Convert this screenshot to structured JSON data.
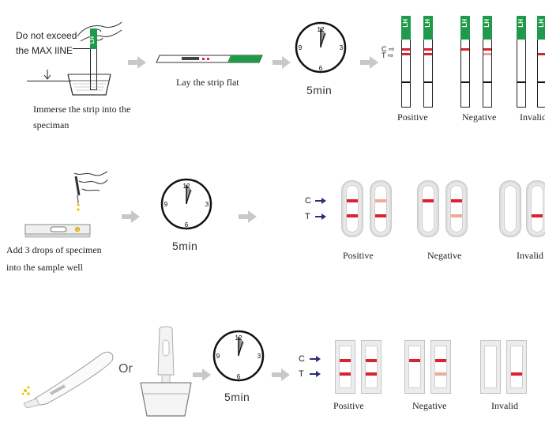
{
  "row1": {
    "warning_line1": "Do not exceed",
    "warning_line2": "the MAX lINE",
    "immerse_line1": "Immerse the strip into the",
    "immerse_line2": "speciman",
    "lay_flat": "Lay the strip flat",
    "time": "5min",
    "strip_label": "LH",
    "c_label": "C",
    "t_label": "T",
    "results": [
      "Positive",
      "Negative",
      "Invalid"
    ]
  },
  "row2": {
    "instruction_line1": "Add 3 drops of specimen",
    "instruction_line2": "into the sample well",
    "time": "5min",
    "c_label": "C",
    "t_label": "T",
    "results": [
      "Positive",
      "Negative",
      "Invalid"
    ]
  },
  "row3": {
    "or_label": "Or",
    "time": "5min",
    "c_label": "C",
    "t_label": "T",
    "results": [
      "Positive",
      "Negative",
      "Invalid"
    ]
  },
  "clock": {
    "n12": "12",
    "n3": "3",
    "n6": "6",
    "n9": "9"
  },
  "colors": {
    "test_line_red": "#d9232e",
    "faint_line": "#f2a98f",
    "strip_green": "#1f9a4a",
    "arrow_grey": "#c8c8c8",
    "label_arrow_navy": "#2b2f7a"
  }
}
